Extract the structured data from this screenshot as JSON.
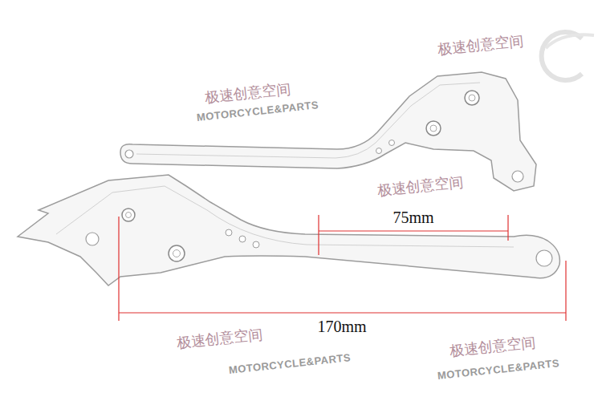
{
  "diagram": {
    "labels": [
      "极速创意空间",
      "极速创意空间",
      "MOTORCYCLE&PARTS",
      "极速创意空间",
      "75mm",
      "170mm",
      "极速创意空间",
      "极速创意空间",
      "MOTORCYCLE&PARTS",
      "MOTORCYCLE&PARTS"
    ]
  }
}
